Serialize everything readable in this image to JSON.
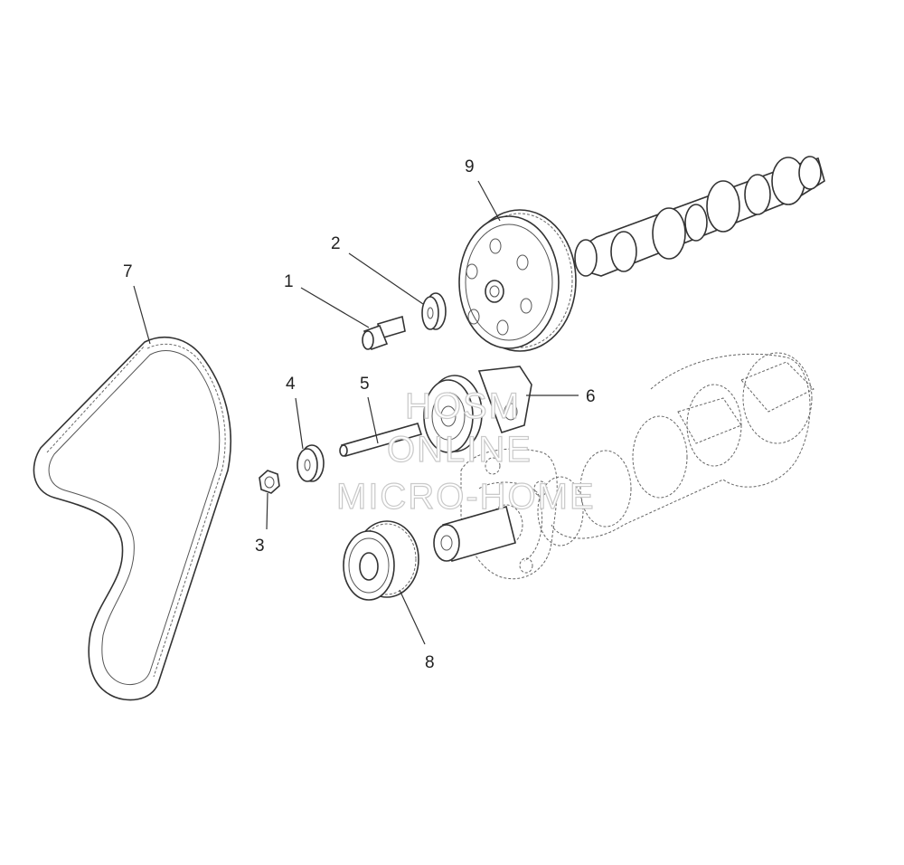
{
  "callouts": [
    {
      "id": "1",
      "label": "1"
    },
    {
      "id": "2",
      "label": "2"
    },
    {
      "id": "3",
      "label": "3"
    },
    {
      "id": "4",
      "label": "4"
    },
    {
      "id": "5",
      "label": "5"
    },
    {
      "id": "6",
      "label": "6"
    },
    {
      "id": "7",
      "label": "7"
    },
    {
      "id": "8",
      "label": "8"
    },
    {
      "id": "9",
      "label": "9"
    }
  ],
  "watermark": {
    "line1": "HOSM",
    "line2": "ONLINE",
    "line3": "MICRO-HOME"
  }
}
